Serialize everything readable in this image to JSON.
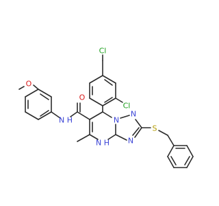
{
  "colors": {
    "bond": "#2b2b2b",
    "carbon": "#2b2b2b",
    "nitrogen": "#3a43d6",
    "oxygen": "#d91a1a",
    "chlorine": "#1fa01f",
    "sulfur": "#b39b00"
  },
  "labels": {
    "cl_top": "Cl",
    "cl_right": "Cl",
    "o_methoxy": "O",
    "o_carbonyl": "O",
    "nh_amide": "N H",
    "n_ring_right": "N",
    "n_ring_top": "N",
    "n_ring_bottom": "N",
    "nh_ring": "N H",
    "s_thio": "S"
  }
}
